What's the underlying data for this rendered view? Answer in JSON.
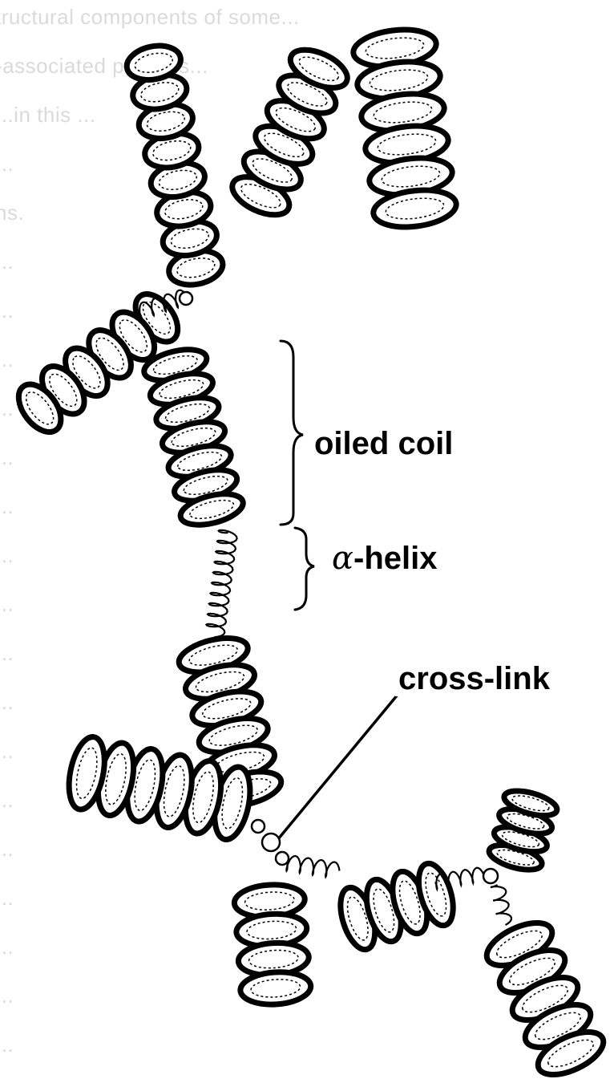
{
  "background_text": [
    "tructural components of some...",
    "-associated proteins...",
    "...in this ...",
    "...",
    "ns.",
    "...",
    "...",
    "...",
    "...",
    "...",
    "...",
    "...",
    "...",
    "...",
    "...",
    "...",
    "...",
    "...",
    "...",
    "...",
    "...",
    "..."
  ],
  "labels": {
    "coiled_coil": "oiled coil",
    "helix_symbol": "α",
    "helix_suffix": "-helix",
    "cross_link": "cross-link"
  },
  "colors": {
    "ink": "#000000",
    "paper": "#ffffff",
    "faded_text": "#bdbdbd"
  }
}
